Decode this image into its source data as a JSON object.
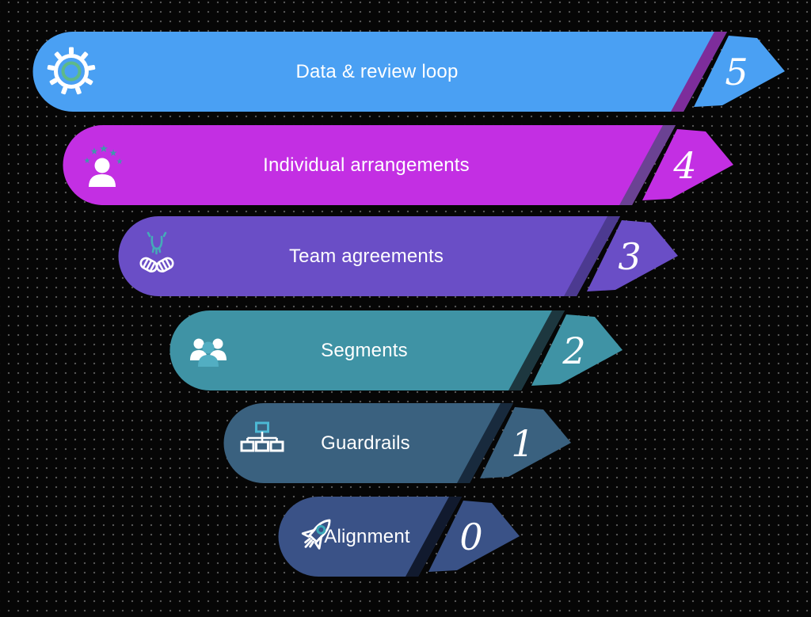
{
  "diagram": {
    "type": "funnel",
    "direction": "top-wide-to-bottom-narrow",
    "background_color": "#060606",
    "dot_grid_color": "#5d5d5d",
    "text_color": "#ffffff"
  },
  "glyphs": {
    "star": "★"
  },
  "levels": [
    {
      "label": "Data & review loop",
      "number": "5",
      "color": "#4aa0f3",
      "stripe_color": "#7d2d9b",
      "accent": "#5eb989",
      "icon": "gear-icon"
    },
    {
      "label": "Individual arrangements",
      "number": "4",
      "color": "#c32fe3",
      "stripe_color": "#6b4293",
      "accent": "#3e98ac",
      "icon": "person-stars-icon"
    },
    {
      "label": "Team agreements",
      "number": "3",
      "color": "#6a4ec6",
      "stripe_color": "#4c3a90",
      "accent": "#45aab8",
      "icon": "hands-together-icon"
    },
    {
      "label": "Segments",
      "number": "2",
      "color": "#3f93a5",
      "stripe_color": "#1d373f",
      "accent": "#52aec2",
      "icon": "people-group-icon"
    },
    {
      "label": "Guardrails",
      "number": "1",
      "color": "#3a617f",
      "stripe_color": "#182a3d",
      "accent": "#4cb8d4",
      "icon": "org-chart-icon"
    },
    {
      "label": "Alignment",
      "number": "0",
      "color": "#3a5287",
      "stripe_color": "#111a2e",
      "accent": "#3aa8b8",
      "icon": "rocket-icon"
    }
  ]
}
